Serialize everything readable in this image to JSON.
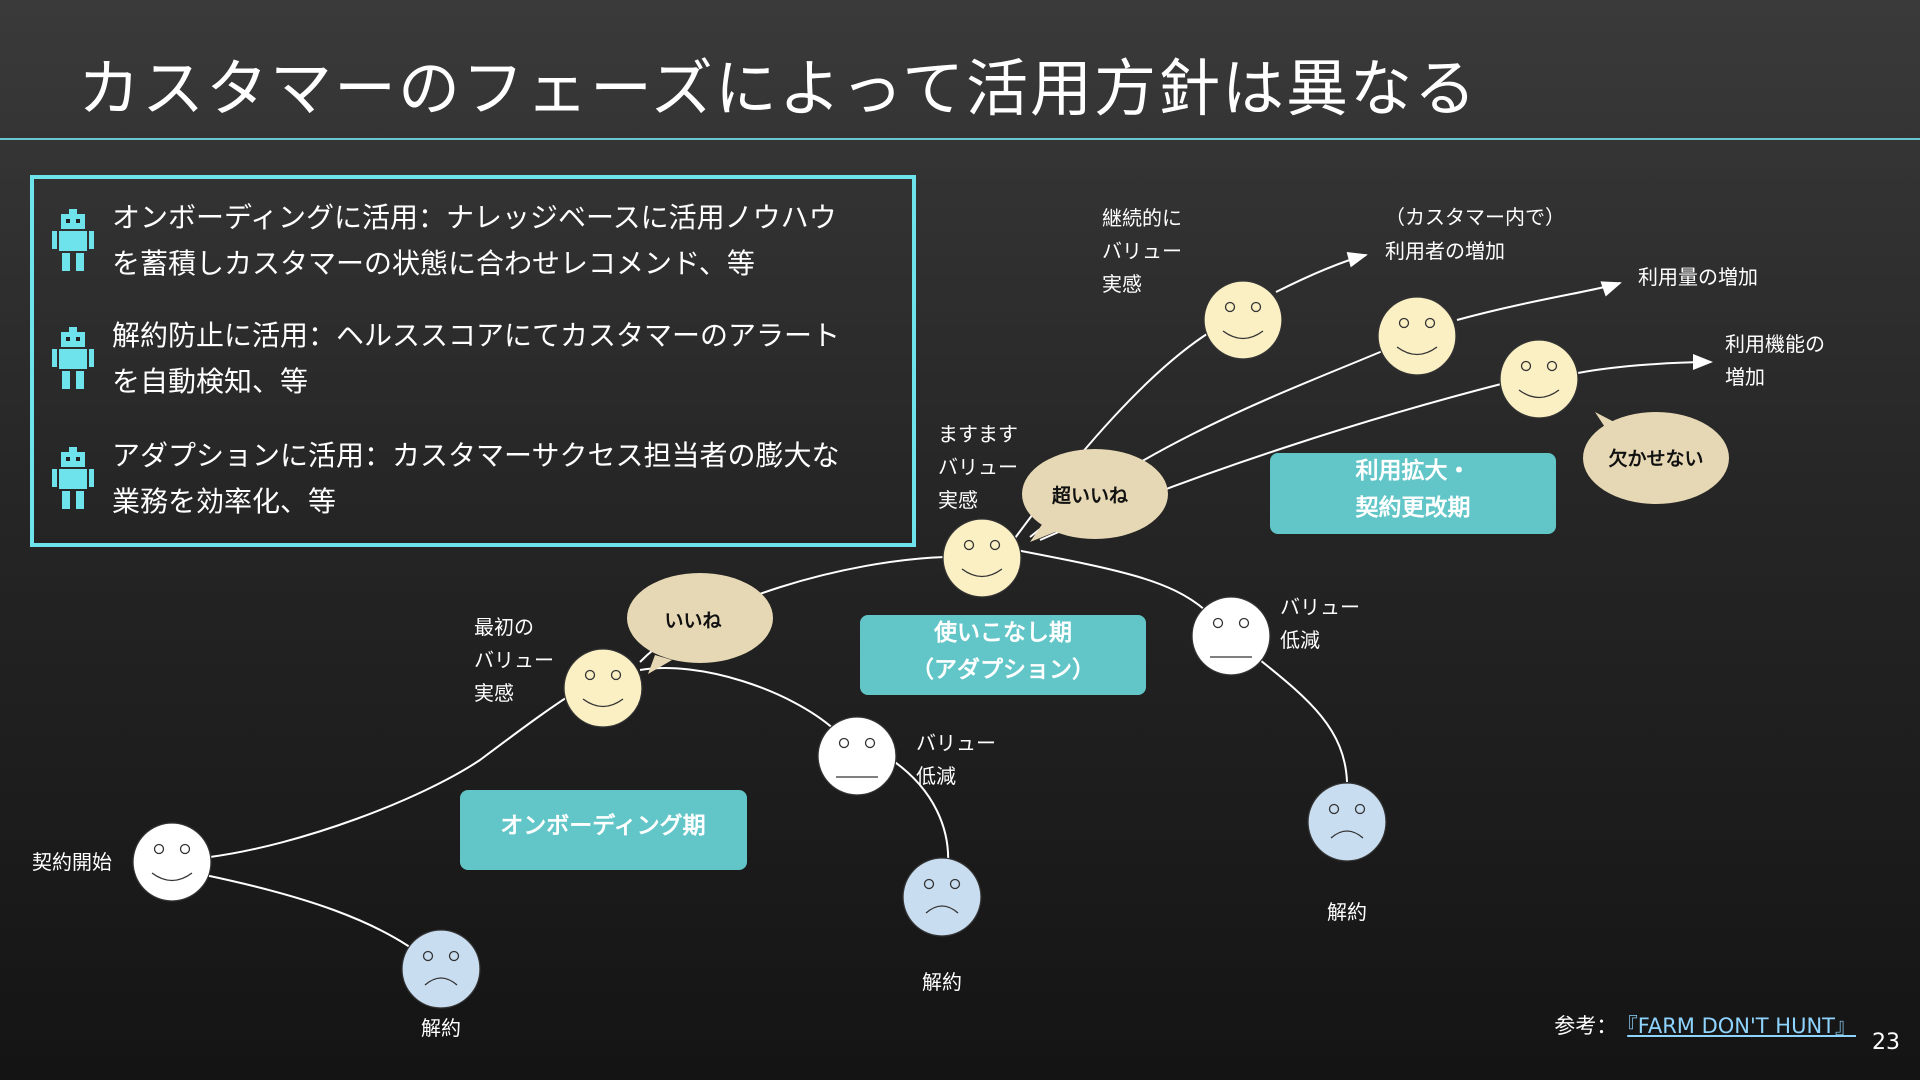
{
  "slide": {
    "title": "カスタマーのフェーズによって活用方針は異なる",
    "page_number": "23",
    "reference": {
      "label": "参考：",
      "link_text": "『FARM DON'T HUNT』"
    }
  },
  "info_box": {
    "items": [
      {
        "icon": "robot-icon",
        "text": "オンボーディングに活用：ナレッジベースに活用ノウハウ\nを蓄積しカスタマーの状態に合わせレコメンド、等"
      },
      {
        "icon": "robot-icon",
        "text": "解約防止に活用：ヘルススコアにてカスタマーのアラート\nを自動検知、等"
      },
      {
        "icon": "robot-icon",
        "text": "アダプションに活用：カスタマーサクセス担当者の膨大な\n業務を効率化、等"
      }
    ]
  },
  "diagram": {
    "colors": {
      "happy": "#fbefc4",
      "neutral": "#ffffff",
      "sad": "#c9ddf0",
      "phase": "#62c6c8",
      "bubble": "#e6d8b4",
      "accent": "#6fe3ec"
    },
    "start_label": "契約開始",
    "churn_label": "解約",
    "labels": {
      "first_value": [
        "最初の",
        "バリュー",
        "実感"
      ],
      "value_drop": [
        "バリュー",
        "低減"
      ],
      "more_value": [
        "ますます",
        "バリュー",
        "実感"
      ],
      "continuous_value": [
        "継続的に",
        "バリュー",
        "実感"
      ],
      "users_increase": [
        "（カスタマー内で）",
        "利用者の増加"
      ],
      "usage_increase": [
        "利用量の増加"
      ],
      "features_increase": [
        "利用機能の",
        "増加"
      ]
    },
    "bubbles": {
      "good": "いいね",
      "great": "超いいね",
      "essential": "欠かせない"
    },
    "phases": {
      "onboarding": [
        "オンボーディング期"
      ],
      "adoption": [
        "使いこなし期",
        "（アダプション）"
      ],
      "expansion": [
        "利用拡大・",
        "契約更改期"
      ]
    }
  }
}
